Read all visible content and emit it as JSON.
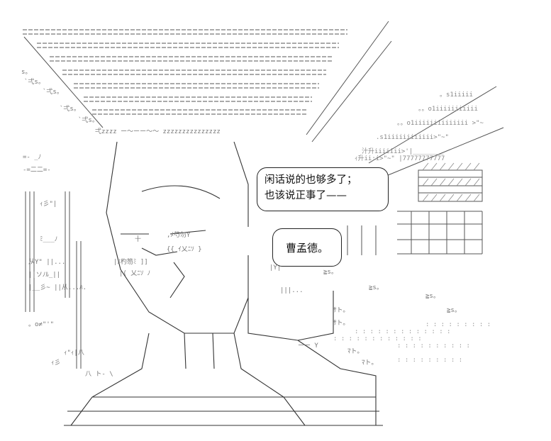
{
  "speech": {
    "line1": "闲话说的也够多了；",
    "line2": "也该说正事了——",
    "name": "曹孟德。"
  }
}
